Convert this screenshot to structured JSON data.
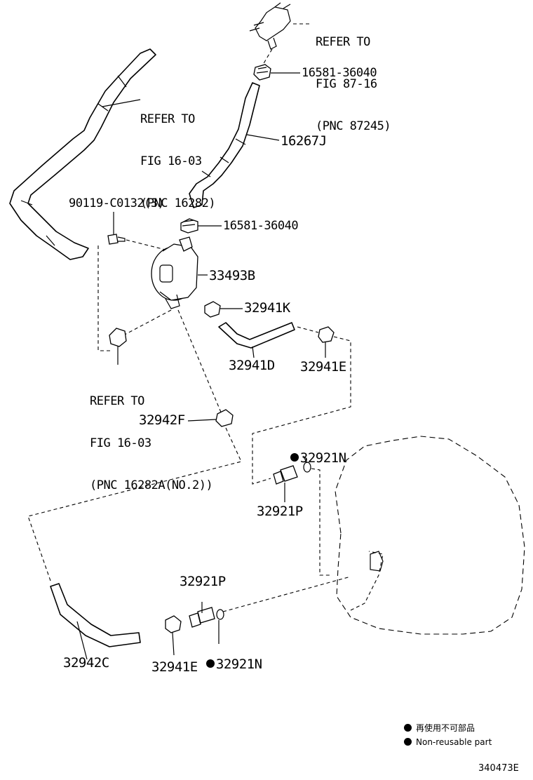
{
  "labels": {
    "refer_fig_87_16": [
      "REFER TO",
      "FIG 87-16",
      "(PNC 87245)"
    ],
    "part_16581_top": "16581-36040",
    "refer_fig_16_03_top": [
      "REFER TO",
      "FIG 16-03",
      "(PNC 16282)"
    ],
    "part_16267j": "16267J",
    "part_90119": "90119-C0132(3)",
    "part_16581_mid": "16581-36040",
    "part_33493b": "33493B",
    "part_32941k": "32941K",
    "part_32941d": "32941D",
    "part_32941e_top": "32941E",
    "refer_fig_16_03_bottom": [
      "REFER TO",
      "FIG 16-03",
      "(PNC 16282A(NO.2))"
    ],
    "part_32942f": "32942F",
    "part_32921n_top": "32921N",
    "part_32921p_top": "32921P",
    "part_32921p_bottom": "32921P",
    "part_32942c": "32942C",
    "part_32941e_bottom": "32941E",
    "part_32921n_bottom": "32921N"
  },
  "legend": {
    "line1": "再使用不可部品",
    "line2": "Non-reusable part"
  },
  "figure_id": "340473E"
}
